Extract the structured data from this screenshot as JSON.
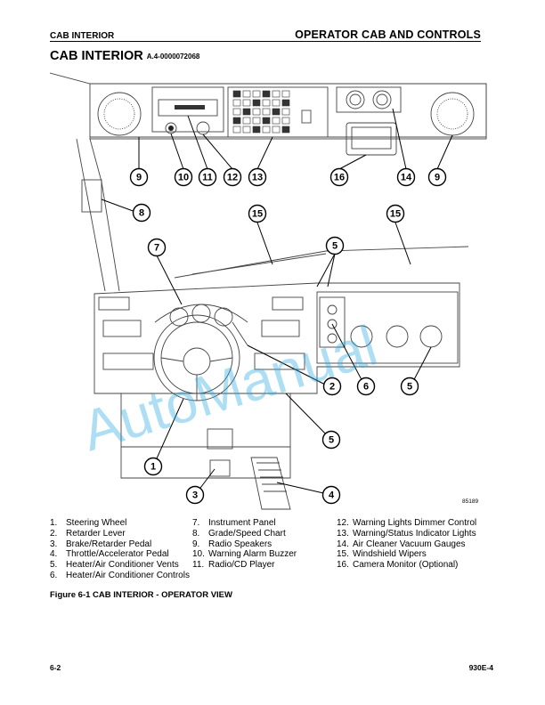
{
  "header": {
    "section": "CAB INTERIOR",
    "chapter": "OPERATOR CAB AND CONTROLS"
  },
  "title": {
    "text": "CAB INTERIOR",
    "code": "A.4-0000072068"
  },
  "figure": {
    "drawing_number": "85189",
    "watermark": "AutoManual",
    "callouts": [
      "9",
      "10",
      "11",
      "12",
      "13",
      "16",
      "14",
      "9",
      "8",
      "15",
      "15",
      "7",
      "5",
      "2",
      "6",
      "5",
      "5",
      "1",
      "3",
      "4"
    ]
  },
  "legend": {
    "col1": [
      {
        "num": "1.",
        "label": "Steering Wheel"
      },
      {
        "num": "2.",
        "label": "Retarder Lever"
      },
      {
        "num": "3.",
        "label": "Brake/Retarder Pedal"
      },
      {
        "num": "4.",
        "label": "Throttle/Accelerator Pedal"
      },
      {
        "num": "5.",
        "label": "Heater/Air Conditioner Vents"
      },
      {
        "num": "6.",
        "label": "Heater/Air Conditioner Controls"
      }
    ],
    "col2": [
      {
        "num": "7.",
        "label": "Instrument Panel"
      },
      {
        "num": "8.",
        "label": "Grade/Speed Chart"
      },
      {
        "num": "9.",
        "label": "Radio Speakers"
      },
      {
        "num": "10.",
        "label": "Warning Alarm Buzzer"
      },
      {
        "num": "11.",
        "label": "Radio/CD Player"
      }
    ],
    "col3": [
      {
        "num": "12.",
        "label": "Warning Lights Dimmer Control"
      },
      {
        "num": "13.",
        "label": "Warning/Status Indicator Lights"
      },
      {
        "num": "14.",
        "label": "Air Cleaner Vacuum Gauges"
      },
      {
        "num": "15.",
        "label": "Windshield Wipers"
      },
      {
        "num": "16.",
        "label": "Camera Monitor (Optional)"
      }
    ]
  },
  "caption": "Figure 6-1 CAB INTERIOR - OPERATOR VIEW",
  "footer": {
    "page": "6-2",
    "model": "930E-4"
  }
}
